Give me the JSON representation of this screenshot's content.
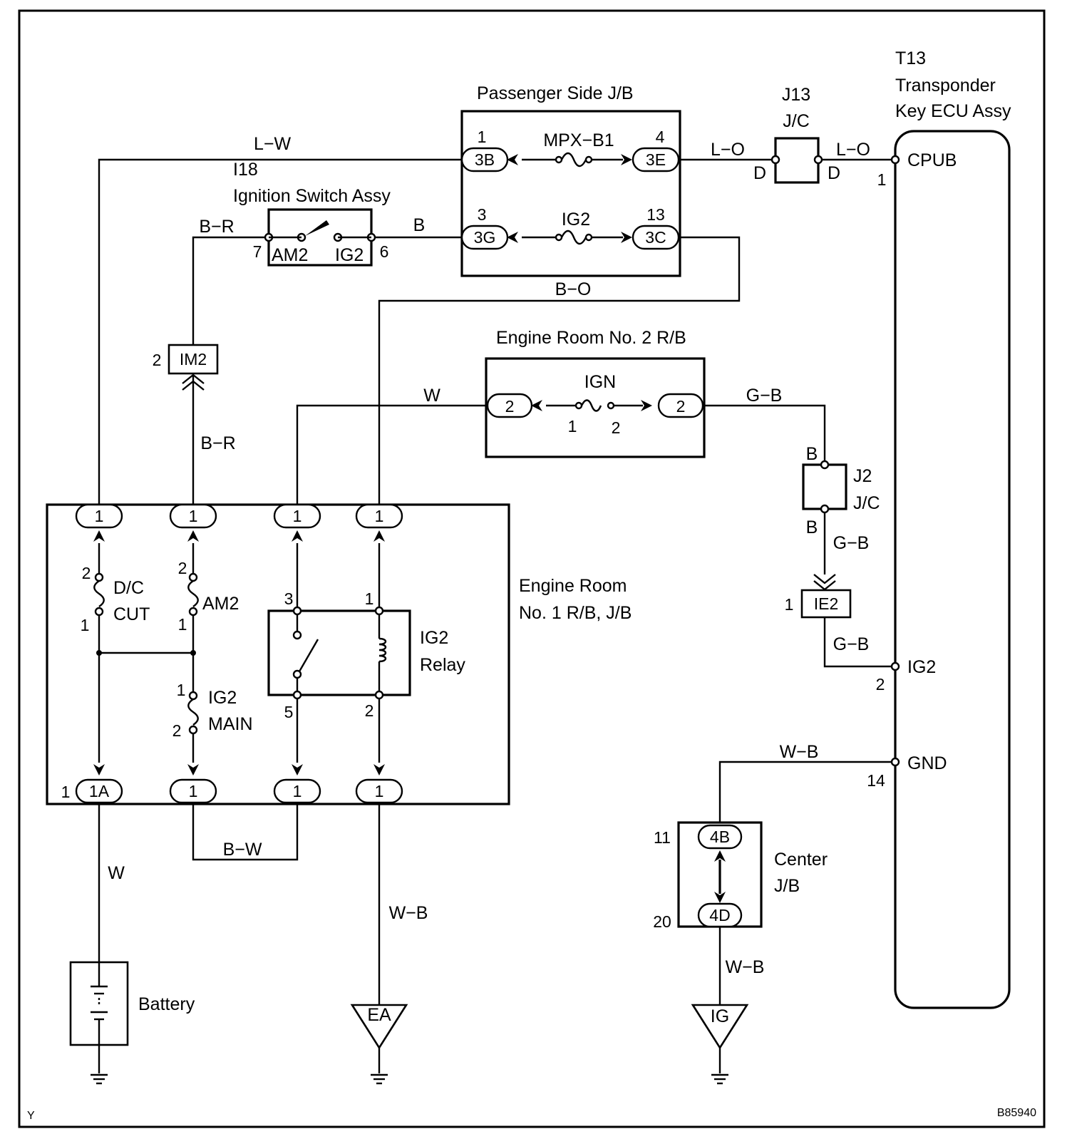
{
  "components": {
    "passenger_jb": "Passenger Side J/B",
    "j13": "J13",
    "jc": "J/C",
    "ecu_1": "T13",
    "ecu_2": "Transponder",
    "ecu_3": "Key ECU Assy",
    "i18": "I18",
    "ignition_switch": "Ignition Switch Assy",
    "engine_room_2": "Engine Room No. 2 R/B",
    "j2": "J2",
    "engine_room_1_a": "Engine Room",
    "engine_room_1_b": "No. 1 R/B, J/B",
    "ig2_relay_a": "IG2",
    "ig2_relay_b": "Relay",
    "center_jb_a": "Center",
    "center_jb_b": "J/B",
    "battery": "Battery",
    "corner_left": "Y",
    "corner_right": "B85940"
  },
  "wires": {
    "lw": "L−W",
    "lo": "L−O",
    "br": "B−R",
    "b": "B",
    "bo": "B−O",
    "w": "W",
    "gb": "G−B",
    "wb": "W−B",
    "bw": "B−W"
  },
  "fuses": {
    "mpx_b1": "MPX−B1",
    "ig2": "IG2",
    "ign": "IGN",
    "dc_cut_a": "D/C",
    "dc_cut_b": "CUT",
    "am2": "AM2",
    "ig2_main_a": "IG2",
    "ig2_main_b": "MAIN"
  },
  "connectors": {
    "c3b": "3B",
    "c3e": "3E",
    "c3g": "3G",
    "c3c": "3C",
    "c2": "2",
    "c1": "1",
    "c1a": "1A",
    "im2": "IM2",
    "ie2": "IE2",
    "c4b": "4B",
    "c4d": "4D",
    "grounds": {
      "ea": "EA",
      "ig": "IG"
    }
  },
  "terminals": {
    "cpub": "CPUB",
    "ig2": "IG2",
    "gnd": "GND",
    "am2": "AM2",
    "ig2_sw": "IG2",
    "d": "D",
    "b": "B"
  },
  "pins": {
    "p1": "1",
    "p2": "2",
    "p3": "3",
    "p4": "4",
    "p5": "5",
    "p6": "6",
    "p7": "7",
    "p11": "11",
    "p13": "13",
    "p14": "14",
    "p20": "20"
  }
}
